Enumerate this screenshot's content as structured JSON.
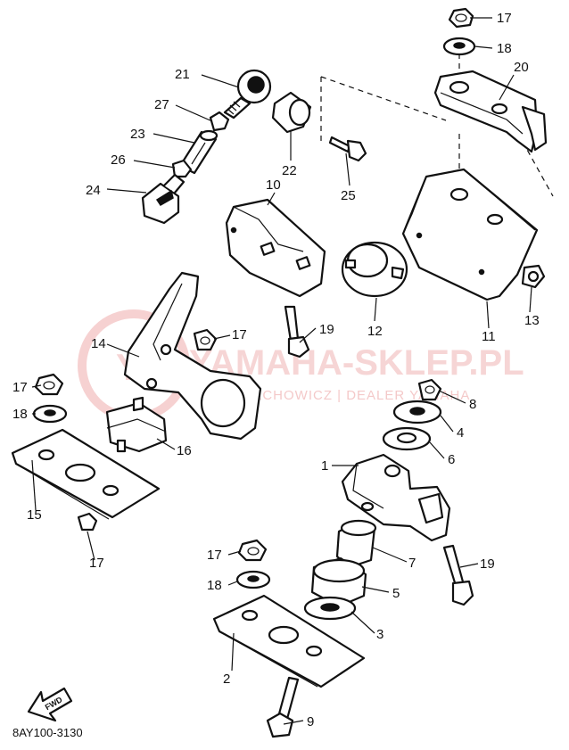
{
  "watermark": {
    "title": "YAMAHA-SKLEP.PL",
    "subtitle": "WOJCIECHOWICZ | DEALER YAMAHA",
    "color": "#f0b3b3"
  },
  "fwd_label": "FWD",
  "reference_code": "8AY100-3130",
  "callouts": [
    "1",
    "2",
    "3",
    "4",
    "5",
    "6",
    "7",
    "8",
    "9",
    "10",
    "11",
    "12",
    "13",
    "14",
    "15",
    "16",
    "17",
    "18",
    "19",
    "20",
    "21",
    "22",
    "23",
    "24",
    "25",
    "26",
    "27"
  ]
}
